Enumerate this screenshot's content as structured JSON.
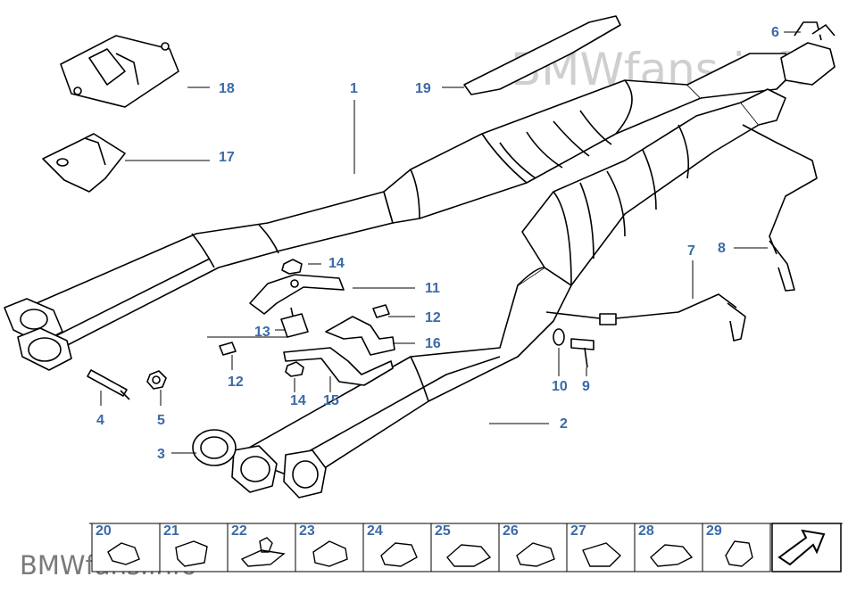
{
  "diagram": {
    "watermark_top": "BMWfans.info",
    "watermark_bottom": "BMWfans.info",
    "callouts": {
      "c1": "1",
      "c2": "2",
      "c3": "3",
      "c4": "4",
      "c5": "5",
      "c6": "6",
      "c7": "7",
      "c8": "8",
      "c9": "9",
      "c10": "10",
      "c11": "11",
      "c12a": "12",
      "c12b": "12",
      "c13": "13",
      "c14a": "14",
      "c14b": "14",
      "c15": "15",
      "c16": "16",
      "c17": "17",
      "c18": "18",
      "c19": "19"
    },
    "thumbnails": [
      "20",
      "21",
      "22",
      "23",
      "24",
      "25",
      "26",
      "27",
      "28",
      "29"
    ],
    "colors": {
      "label": "#3a6aa8",
      "line": "#000000",
      "watermark": "#c8c8c8"
    }
  }
}
